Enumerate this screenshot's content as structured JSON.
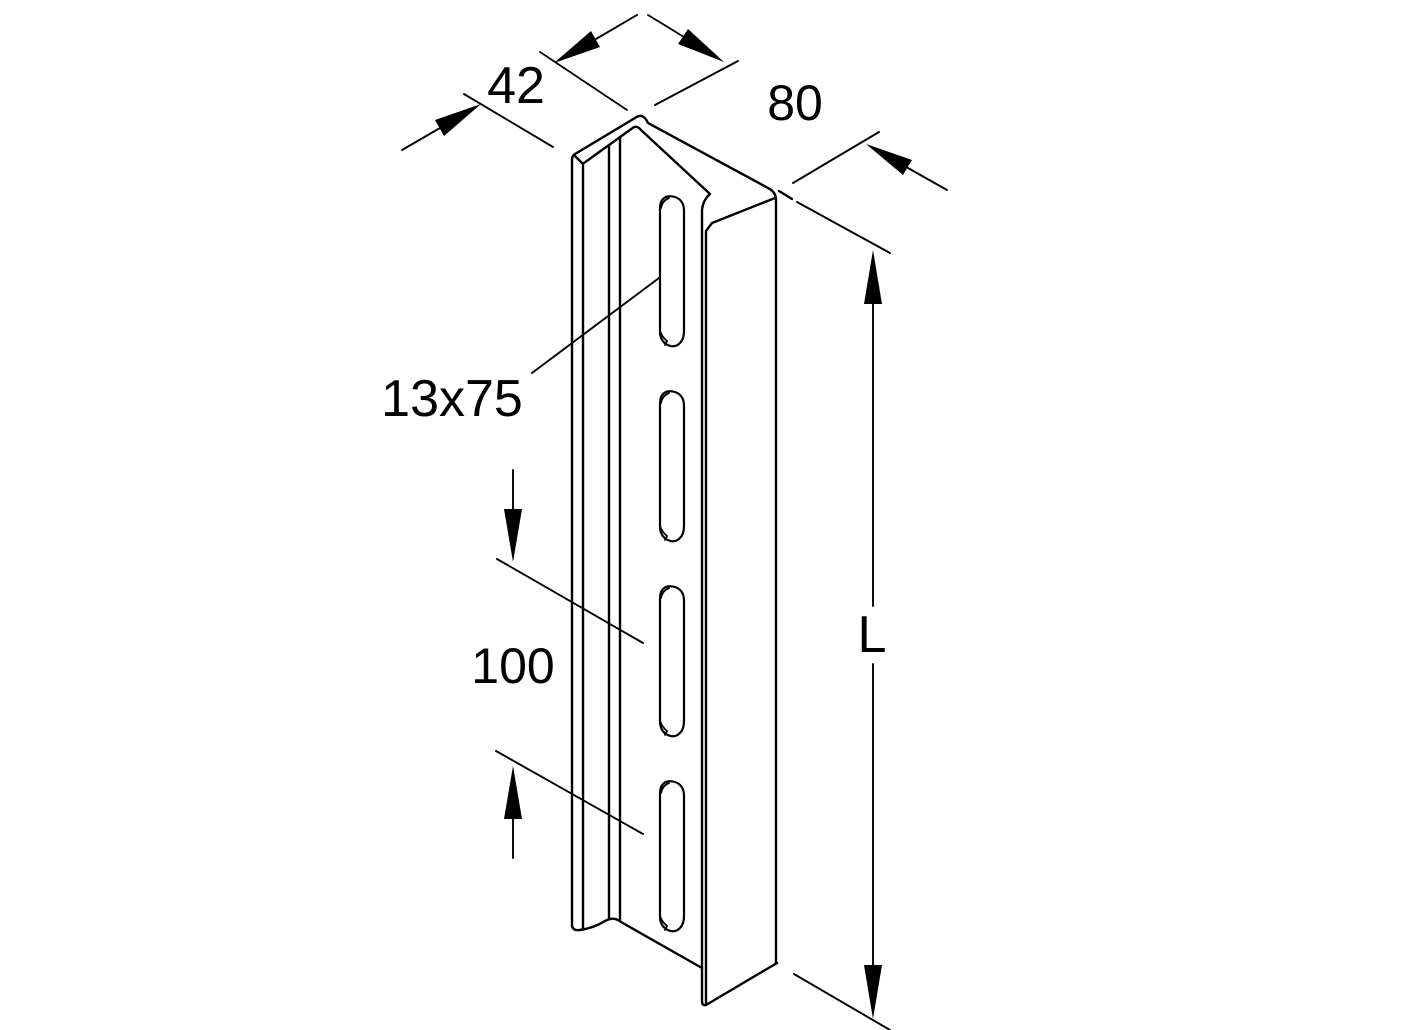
{
  "canvas": {
    "background": "#ffffff",
    "line_color": "#000000"
  },
  "drawing": {
    "kind": "isometric dimensioned line drawing of a slotted I-profile rail",
    "slots_visible": 4
  },
  "annotations": {
    "flange_width_label": "42",
    "depth_label": "80",
    "slot_size_label": "13x75",
    "slot_pitch_label": "100",
    "length_label": "L"
  }
}
